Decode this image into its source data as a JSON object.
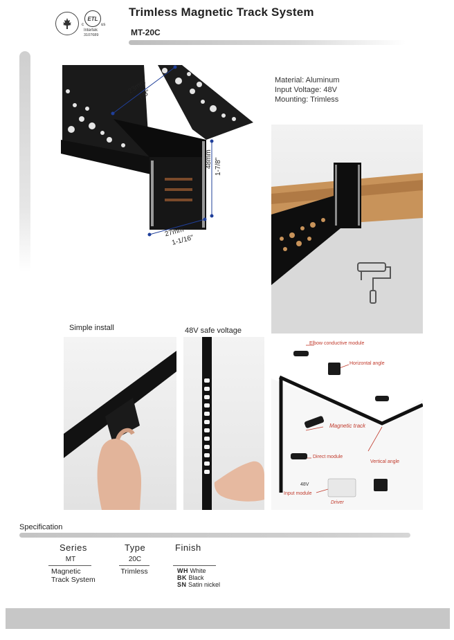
{
  "header": {
    "title": "Trimless Magnetic Track System",
    "model": "MT-20C",
    "cert_intertek": "Intertek",
    "cert_number": "3107689",
    "cert_etl": "ETL",
    "cert_us": "us",
    "cert_c": "c"
  },
  "dimensions": {
    "top_mm": "23mm",
    "top_in": "7/8\"",
    "side_mm": "48mm",
    "side_in": "1-7/8\"",
    "bottom_mm": "27mm",
    "bottom_in": "1-1/16\""
  },
  "specs": {
    "material": "Material: Aluminum",
    "voltage": "Input Voltage: 48V",
    "mounting": "Mounting: Trimless"
  },
  "captions": {
    "simple_install": "Simple install",
    "safe_voltage": "48V safe voltage"
  },
  "diagram": {
    "elbow": "Elbow conductive module",
    "horizontal": "Horizontal angle",
    "track": "Magnetic track",
    "direct": "Direct module",
    "vertical": "Vertical angle",
    "v48": "48V",
    "input": "Input module",
    "driver": "Driver"
  },
  "specification": {
    "heading": "Specification",
    "columns": [
      {
        "header": "Series",
        "code": "MT",
        "desc": "Magnetic\nTrack System"
      },
      {
        "header": "Type",
        "code": "20C",
        "desc": "Trimless"
      },
      {
        "header": "Finish"
      }
    ],
    "finishes": [
      {
        "code": "WH",
        "name": "White"
      },
      {
        "code": "BK",
        "name": "Black"
      },
      {
        "code": "SN",
        "name": "Satin nickel"
      }
    ]
  },
  "colors": {
    "accent_blue": "#1f3f9a",
    "diagram_red": "#c0392b",
    "wood": "#c8935a",
    "track_black": "#111111"
  }
}
